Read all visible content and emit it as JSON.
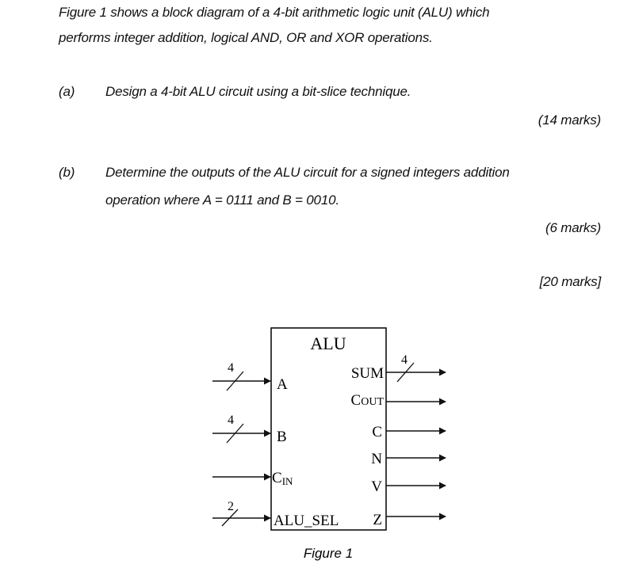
{
  "question": {
    "intro_line1": "Figure 1 shows a block diagram of a 4-bit arithmetic logic unit (ALU) which",
    "intro_line2": "performs integer addition, logical AND, OR and XOR operations.",
    "part_a": {
      "label": "(a)",
      "text": "Design a 4-bit ALU circuit using a bit-slice technique.",
      "marks": "(14 marks)"
    },
    "part_b": {
      "label": "(b)",
      "text_line1": "Determine the outputs of the ALU circuit for a signed integers addition",
      "text_line2": "operation where A = 0111 and B = 0010.",
      "marks": "(6 marks)"
    },
    "total_marks": "[20 marks]"
  },
  "diagram": {
    "title": "ALU",
    "inputs": {
      "a": {
        "label": "A",
        "width": "4"
      },
      "b": {
        "label": "B",
        "width": "4"
      },
      "cin": {
        "label_main": "C",
        "label_sub": "IN"
      },
      "alu_sel": {
        "label": "ALU_SEL",
        "width": "2"
      }
    },
    "outputs": {
      "sum": {
        "label": "SUM",
        "width": "4"
      },
      "cout": {
        "label_main": "C",
        "label_sub": "OUT"
      },
      "c": {
        "label": "C"
      },
      "n": {
        "label": "N"
      },
      "v": {
        "label": "V"
      },
      "z": {
        "label": "Z"
      }
    },
    "caption": "Figure 1"
  }
}
